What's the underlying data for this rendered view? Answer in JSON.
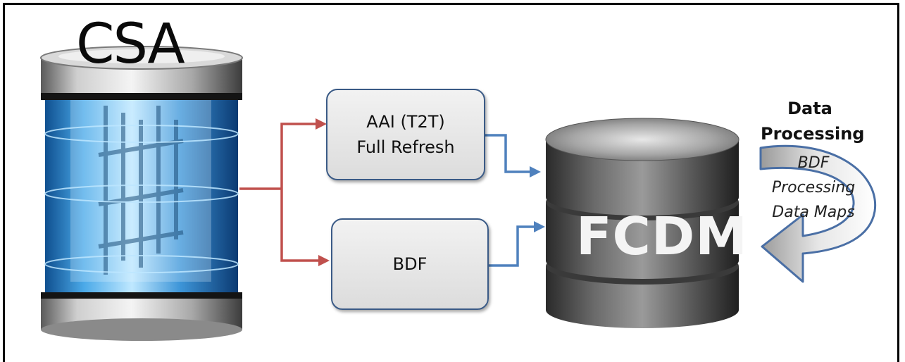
{
  "csa": {
    "label": "CSA"
  },
  "aai_box": {
    "line1": "AAI (T2T)",
    "line2": "Full Refresh"
  },
  "bdf_box": {
    "label": "BDF"
  },
  "fcdm": {
    "label": "FCDM"
  },
  "processing": {
    "title_line1": "Data",
    "title_line2": "Processing",
    "items": [
      "BDF",
      "Processing",
      "Data Maps"
    ]
  },
  "colors": {
    "csa_to_box_arrows": "#c0504d",
    "box_to_fcdm_arrows": "#4f81bd",
    "cycle_arrow_outline": "#4a6fa5"
  },
  "icons": [
    "csa-cylinder-icon",
    "fcdm-database-icon",
    "cycle-arrow-icon"
  ]
}
